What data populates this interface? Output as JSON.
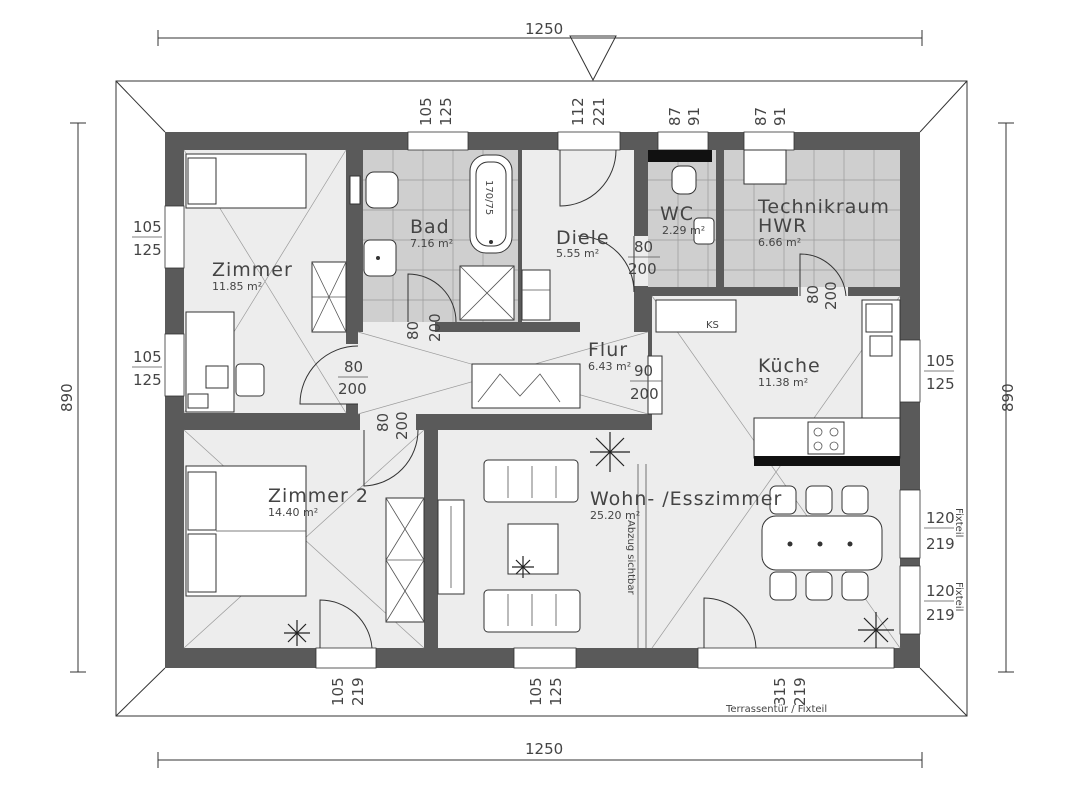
{
  "dimensions": {
    "overall_width_top": "1250",
    "overall_width_bottom": "1250",
    "overall_depth_left": "890",
    "overall_depth_right": "890"
  },
  "rooms": {
    "zimmer": {
      "name": "Zimmer",
      "area": "11.85 m²"
    },
    "bad": {
      "name": "Bad",
      "area": "7.16 m²"
    },
    "diele": {
      "name": "Diele",
      "area": "5.55 m²"
    },
    "wc": {
      "name": "WC",
      "area": "2.29 m²"
    },
    "technik": {
      "name": "Technikraum",
      "name2": "HWR",
      "area": "6.66 m²"
    },
    "flur": {
      "name": "Flur",
      "area": "6.43 m²"
    },
    "kueche": {
      "name": "Küche",
      "area": "11.38 m²"
    },
    "zimmer2": {
      "name": "Zimmer 2",
      "area": "14.40 m²"
    },
    "wohn": {
      "name": "Wohn- /Esszimmer",
      "area": "25.20 m²"
    }
  },
  "openings": {
    "top_bad": [
      "105",
      "125"
    ],
    "top_diele": [
      "112",
      "221"
    ],
    "top_wc": [
      "87",
      "91"
    ],
    "top_technik": [
      "87",
      "91"
    ],
    "left_zimmer_1": [
      "105",
      "125"
    ],
    "left_zimmer_2": [
      "105",
      "125"
    ],
    "right_kueche": [
      "105",
      "125"
    ],
    "right_wohn_1": [
      "120",
      "219"
    ],
    "right_wohn_2": [
      "120",
      "219"
    ],
    "bottom_zimmer2": [
      "105",
      "219"
    ],
    "bottom_wohn": [
      "105",
      "125"
    ],
    "bottom_terrasse": [
      "315",
      "219"
    ]
  },
  "doors": {
    "zimmer": [
      "80",
      "200"
    ],
    "zimmer2": [
      "80",
      "200"
    ],
    "diele": [
      "80",
      "200"
    ],
    "technik": [
      "80",
      "200"
    ],
    "flur": [
      "90",
      "200"
    ],
    "bad": [
      "80",
      "200"
    ]
  },
  "annotations": {
    "bathtub": "170/75",
    "fixteil_1": "Fixteil",
    "fixteil_2": "Fixteil",
    "terrassentuer": "Terrassentür / Fixteil",
    "ks": "KS",
    "abzug": "Abzug sichtbar"
  }
}
